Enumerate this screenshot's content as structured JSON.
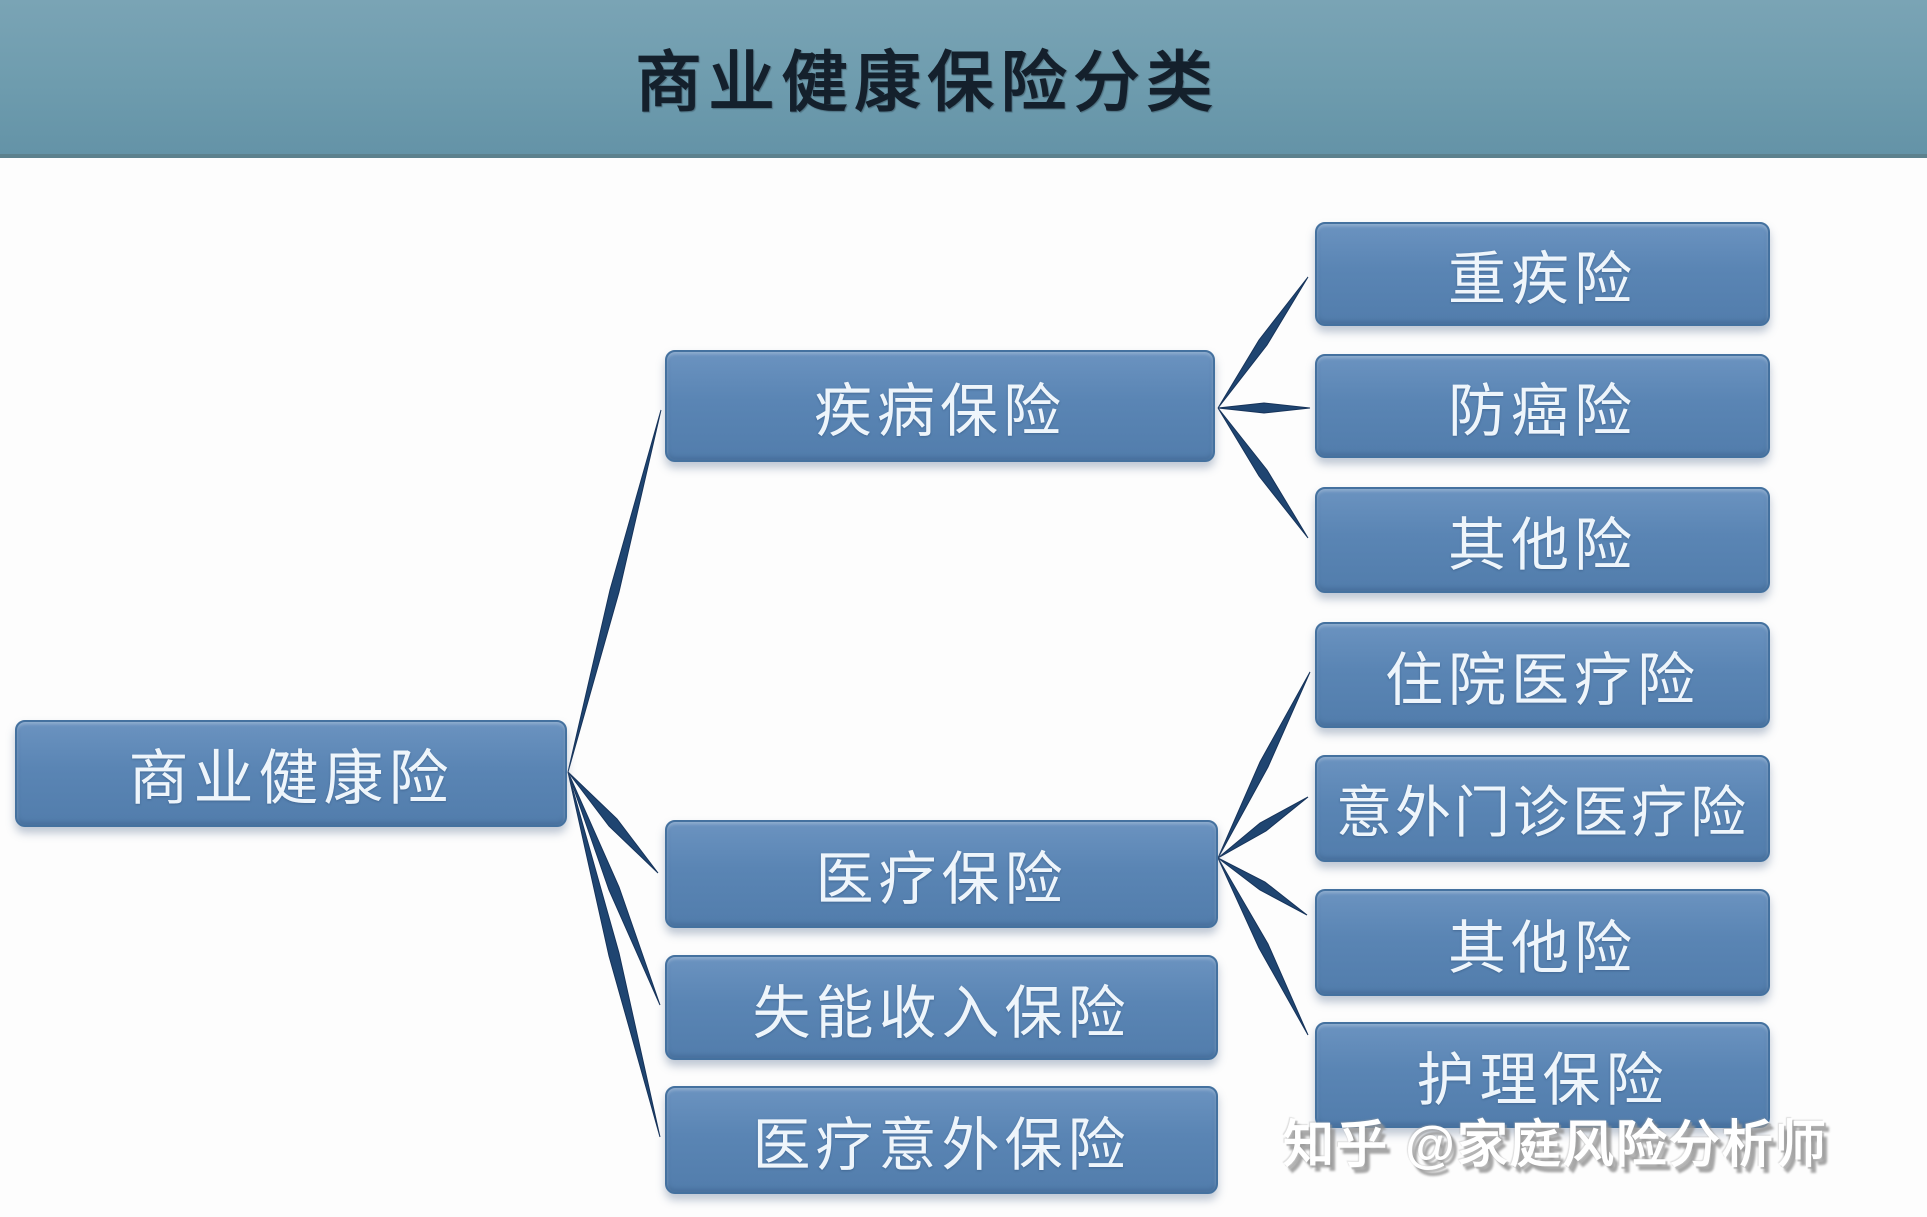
{
  "header": {
    "title": "商业健康保险分类"
  },
  "diagram": {
    "root": {
      "label": "商业健康险"
    },
    "branches": [
      {
        "label": "疾病保险",
        "children": [
          {
            "label": "重疾险"
          },
          {
            "label": "防癌险"
          },
          {
            "label": "其他险"
          }
        ]
      },
      {
        "label": "医疗保险",
        "children": [
          {
            "label": "住院医疗险"
          },
          {
            "label": "意外门诊医疗险"
          },
          {
            "label": "其他险"
          },
          {
            "label": "护理保险"
          }
        ]
      },
      {
        "label": "失能收入保险",
        "children": []
      },
      {
        "label": "医疗意外保险",
        "children": []
      }
    ]
  },
  "watermark": {
    "text": "知乎 @家庭风险分析师"
  },
  "colors": {
    "header_bg": "#6e9cae",
    "node_fill": "#5a85b4",
    "node_border": "#44719f",
    "node_text": "#eef5fb",
    "connector": "#1f4571",
    "title_text": "#14202c",
    "page_bg": "#fdfdfd"
  }
}
